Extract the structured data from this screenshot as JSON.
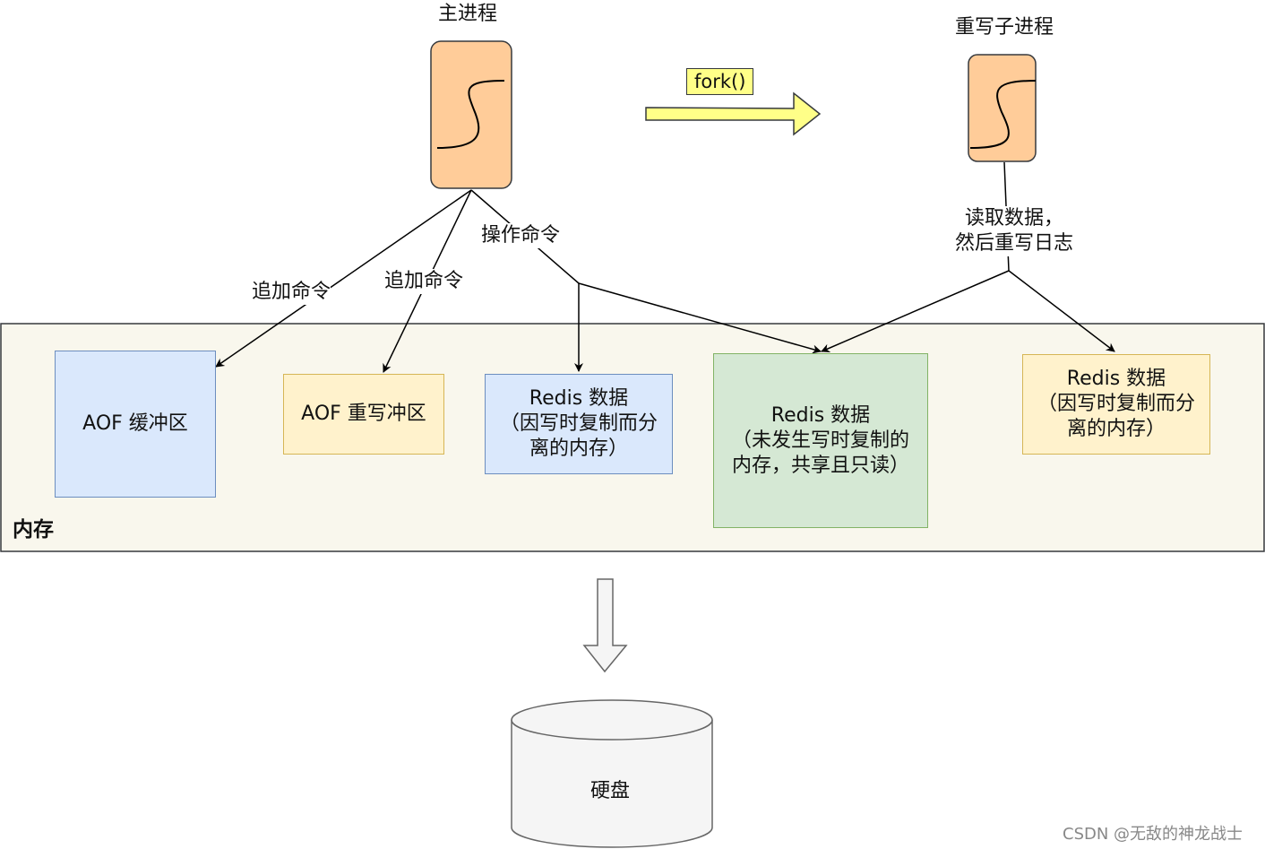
{
  "main_process": {
    "title": "主进程"
  },
  "child_process": {
    "title": "重写子进程"
  },
  "fork": {
    "label": "fork()"
  },
  "edges": {
    "append_cmd_1": "追加命令",
    "append_cmd_2": "追加命令",
    "operate_cmd": "操作命令",
    "read_rewrite": "读取数据，\n然后重写日志"
  },
  "memory": {
    "label": "内存",
    "aof_buffer": "AOF 缓冲区",
    "aof_rewrite_buffer": "AOF 重写冲区",
    "redis_data_cow_main": "Redis 数据\n（因写时复制而分\n离的内存）",
    "redis_data_shared": "Redis 数据\n（未发生写时复制的\n内存，共享且只读）",
    "redis_data_cow_child": "Redis 数据\n（因写时复制而分\n离的内存）"
  },
  "disk": {
    "label": "硬盘"
  },
  "watermark": "CSDN @无敌的神龙战士",
  "colors": {
    "process_fill": "#ffcc99",
    "fork_arrow_fill": "#ffff88",
    "memory_bg": "#f9f7ed",
    "blue_box": "#dae8fc",
    "yellow_box": "#fff2cc",
    "green_box": "#d5e8d4",
    "disk_fill": "#f5f5f5"
  }
}
